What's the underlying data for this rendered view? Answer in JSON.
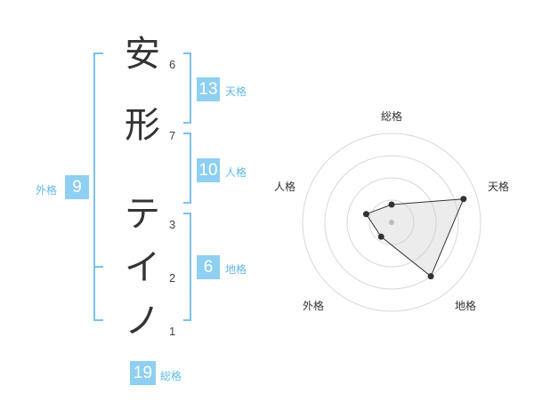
{
  "characters": [
    {
      "char": "安",
      "strokes": "6"
    },
    {
      "char": "形",
      "strokes": "7"
    },
    {
      "char": "テ",
      "strokes": "3"
    },
    {
      "char": "イ",
      "strokes": "2"
    },
    {
      "char": "ノ",
      "strokes": "1"
    }
  ],
  "scores": {
    "tenkaku": {
      "value": "13",
      "label": "天格"
    },
    "jinkaku": {
      "value": "10",
      "label": "人格"
    },
    "chikaku": {
      "value": "6",
      "label": "地格"
    },
    "gaikaku": {
      "value": "9",
      "label": "外格"
    },
    "soukaku": {
      "value": "19",
      "label": "総格"
    }
  },
  "radar": {
    "axes": [
      "総格",
      "天格",
      "地格",
      "外格",
      "人格"
    ],
    "levels": [
      0.2,
      0.85,
      0.75,
      0.2,
      0.3
    ]
  },
  "colors": {
    "accent": "#8ecff2",
    "accent_text": "#62b9e8",
    "bracket": "#7ac2ec"
  }
}
